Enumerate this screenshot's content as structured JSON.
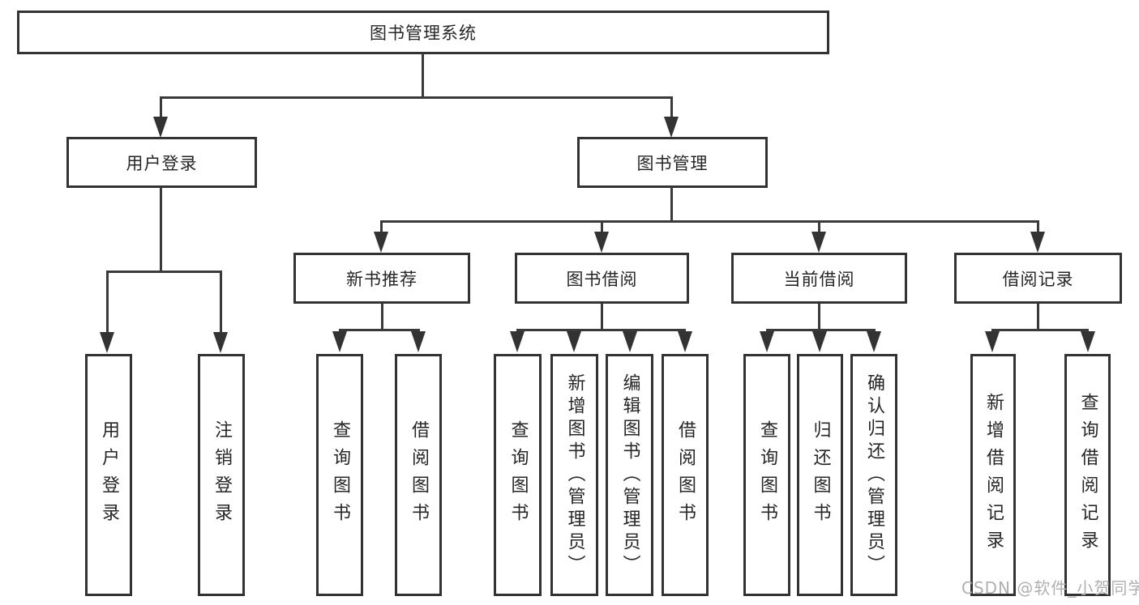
{
  "colors": {
    "line": "#3a3a3a",
    "box_border": "#333333",
    "text": "#262626",
    "watermark": "#b0b0b0",
    "background": "#ffffff"
  },
  "watermark": {
    "text": "CSDN @软件_小贺同学"
  },
  "tree": {
    "label": "图书管理系统",
    "children": [
      {
        "label": "用户登录",
        "children": [
          {
            "label": "用户登录"
          },
          {
            "label": "注销登录"
          }
        ]
      },
      {
        "label": "图书管理",
        "children": [
          {
            "label": "新书推荐",
            "children": [
              {
                "label": "查询图书"
              },
              {
                "label": "借阅图书"
              }
            ]
          },
          {
            "label": "图书借阅",
            "children": [
              {
                "label": "查询图书"
              },
              {
                "label": "新增图书（管理员）"
              },
              {
                "label": "编辑图书（管理员）"
              },
              {
                "label": "借阅图书"
              }
            ]
          },
          {
            "label": "当前借阅",
            "children": [
              {
                "label": "查询图书"
              },
              {
                "label": "归还图书"
              },
              {
                "label": "确认归还（管理员）"
              }
            ]
          },
          {
            "label": "借阅记录",
            "children": [
              {
                "label": "新增借阅记录"
              },
              {
                "label": "查询借阅记录"
              }
            ]
          }
        ]
      }
    ]
  }
}
